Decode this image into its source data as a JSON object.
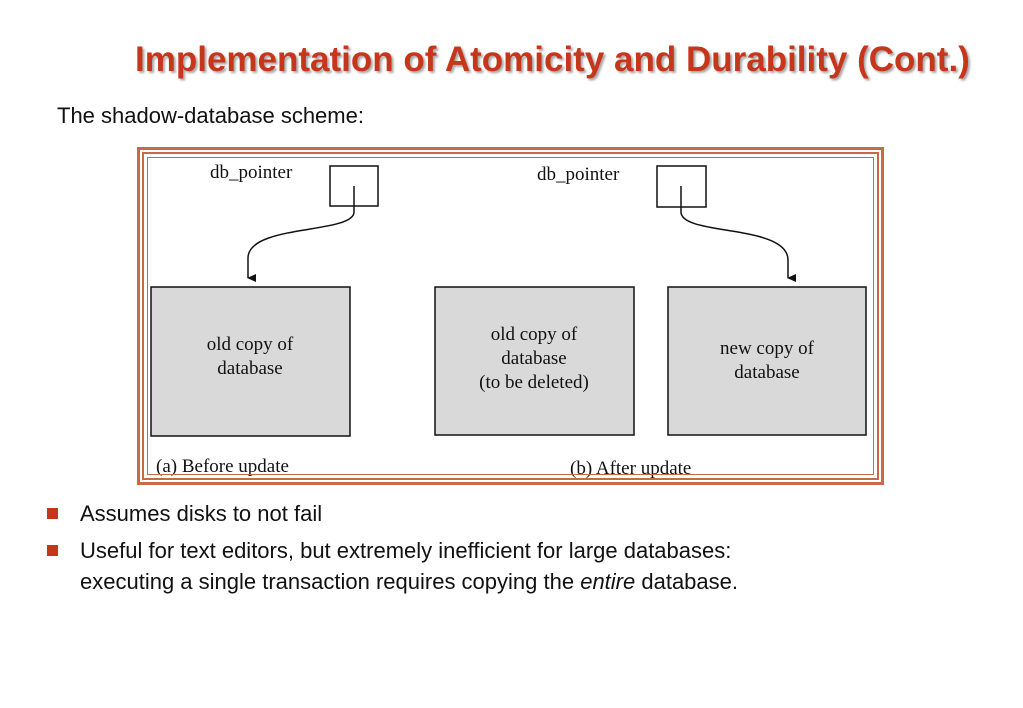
{
  "slide": {
    "title": "Implementation of Atomicity and Durability (Cont.)",
    "subtitle": "The shadow-database scheme:"
  },
  "diagram": {
    "left": {
      "pointer_label": "db_pointer",
      "box_line1": "old copy of",
      "box_line2": "database",
      "caption": "(a) Before update"
    },
    "right": {
      "pointer_label": "db_pointer",
      "old_line1": "old copy of",
      "old_line2": "database",
      "old_line3": "(to be deleted)",
      "new_line1": "new copy of",
      "new_line2": "database",
      "caption": "(b) After update"
    }
  },
  "bullets": {
    "item1": "Assumes disks to not fail",
    "item2_line1": "Useful for text editors, but extremely inefficient for large databases:",
    "item2_line2_pre": "executing a single transaction requires copying the ",
    "item2_line2_em": "entire",
    "item2_line2_post": " database."
  },
  "colors": {
    "title": "#c6361b",
    "frame": "#c86a4a",
    "box_fill": "#d9d9d9",
    "bullet": "#c6361b"
  }
}
